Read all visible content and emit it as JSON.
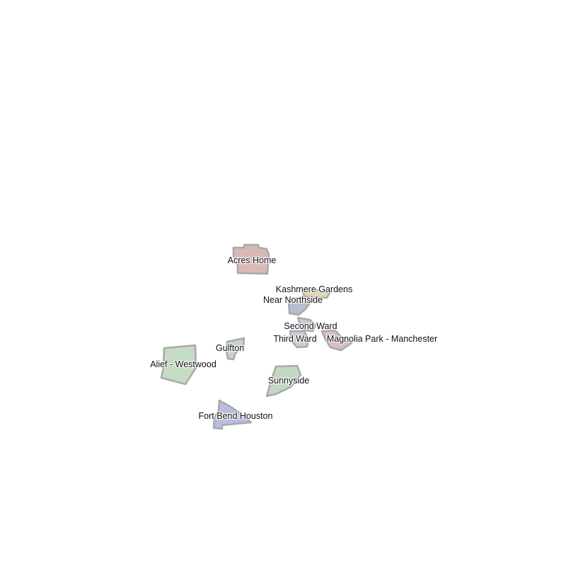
{
  "map": {
    "neighborhoods": [
      {
        "name": "Acres Home",
        "color": "#d8b9b5"
      },
      {
        "name": "Kashmere Gardens",
        "color": "#e2d6b0"
      },
      {
        "name": "Near Northside",
        "color": "#b5bdd2"
      },
      {
        "name": "Second Ward",
        "color": "#d3c3dc"
      },
      {
        "name": "Third Ward",
        "color": "#c9cdd6"
      },
      {
        "name": "Magnolia Park - Manchester",
        "color": "#d8bcc8"
      },
      {
        "name": "Gulfton",
        "color": "#c5d1d8"
      },
      {
        "name": "Alief - Westwood",
        "color": "#c4dcc3"
      },
      {
        "name": "Sunnyside",
        "color": "#c3d8c1"
      },
      {
        "name": "Fort Bend Houston",
        "color": "#b9bde0"
      }
    ]
  }
}
